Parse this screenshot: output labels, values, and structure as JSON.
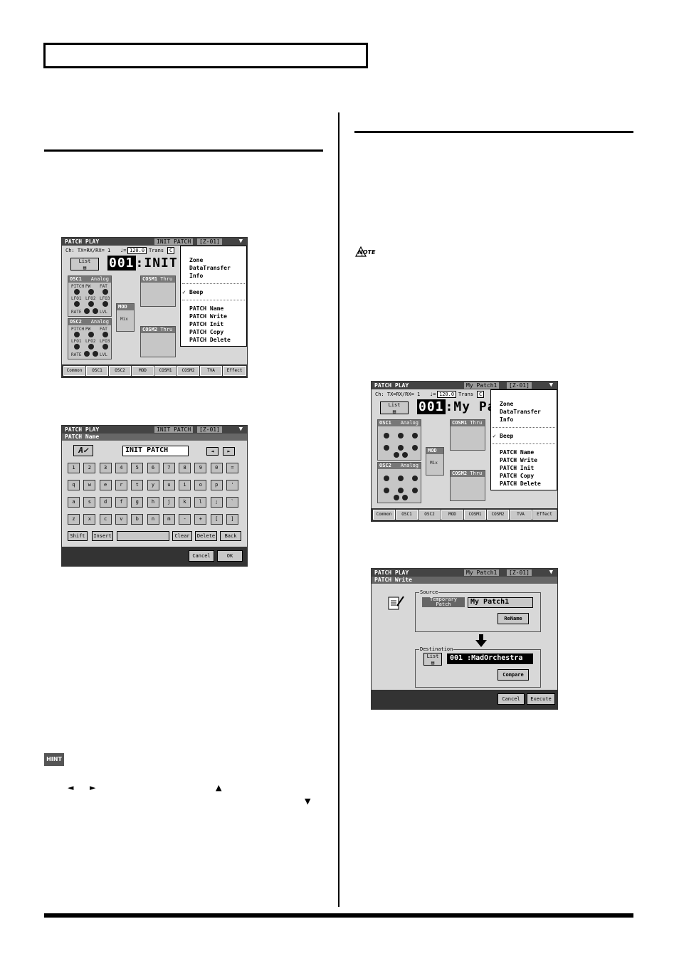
{
  "figure1": {
    "title": "PATCH PLAY",
    "patch_label": "INIT PATCH",
    "zone": "[Z-01]",
    "info_line": "Ch: TX=RX/RX= 1",
    "tempo": "120.0",
    "trans_label": "Trans",
    "trans_value": "C",
    "list_label": "List",
    "patch_number": "001",
    "patch_name": "INIT",
    "osc1_label": "OSC1",
    "osc2_label": "OSC2",
    "osc_type": "Analog",
    "knob_labels_row1": [
      "PITCH",
      "PW",
      "FAT"
    ],
    "knob_labels_row2": [
      "LFO1",
      "LFO2",
      "LFO3"
    ],
    "rate_label": "RATE",
    "lvl_label": "LVL",
    "mod_label": "MOD",
    "mix_label": "Mix",
    "cosm1_label": "COSM1",
    "cosm2_label": "COSM2",
    "thru_label": "Thru",
    "menu_items_a": [
      "Zone",
      "DataTransfer",
      "Info"
    ],
    "menu_beep": "Beep",
    "menu_items_b": [
      "PATCH Name",
      "PATCH Write",
      "PATCH Init",
      "PATCH Copy",
      "PATCH Delete"
    ],
    "tabs": [
      "Common",
      "OSC1",
      "OSC2",
      "MOD",
      "COSM1",
      "COSM2",
      "TVA",
      "Effect"
    ]
  },
  "figure2": {
    "title": "PATCH PLAY",
    "patch_label": "INIT PATCH",
    "zone": "[Z-01]",
    "subtitle": "PATCH Name",
    "name_value": "INIT PATCH",
    "keys_row1": [
      "1",
      "2",
      "3",
      "4",
      "5",
      "6",
      "7",
      "8",
      "9",
      "0",
      "="
    ],
    "keys_row2": [
      "q",
      "w",
      "e",
      "r",
      "t",
      "y",
      "u",
      "i",
      "o",
      "p",
      "'"
    ],
    "keys_row3": [
      "a",
      "s",
      "d",
      "f",
      "g",
      "h",
      "j",
      "k",
      "l",
      ";",
      "`"
    ],
    "keys_row4": [
      "z",
      "x",
      "c",
      "v",
      "b",
      "n",
      "m",
      "-",
      "+",
      "[",
      "]"
    ],
    "shift": "Shift",
    "insert": "Insert",
    "clear": "Clear",
    "delete": "Delete",
    "back": "Back",
    "cancel": "Cancel",
    "ok": "OK"
  },
  "figure3": {
    "title": "PATCH PLAY",
    "patch_label": "My Patch1",
    "zone": "[Z-01]",
    "info_line": "Ch: TX=RX/RX= 1",
    "tempo": "120.0",
    "trans_label": "Trans",
    "trans_value": "C",
    "list_label": "List",
    "patch_number": "001",
    "patch_name": "My Pa",
    "osc1_label": "OSC1",
    "osc2_label": "OSC2",
    "osc_type": "Analog",
    "mod_label": "MOD",
    "mix_label": "Mix",
    "cosm1_label": "COSM1",
    "cosm2_label": "COSM2",
    "thru_label": "Thru",
    "menu_items_a": [
      "Zone",
      "DataTransfer",
      "Info"
    ],
    "menu_beep": "Beep",
    "menu_items_b": [
      "PATCH Name",
      "PATCH Write",
      "PATCH Init",
      "PATCH Copy",
      "PATCH Delete"
    ],
    "tabs": [
      "Common",
      "OSC1",
      "OSC2",
      "MOD",
      "COSM1",
      "COSM2",
      "TVA",
      "Effect"
    ]
  },
  "figure4": {
    "title": "PATCH PLAY",
    "patch_label": "My Patch1",
    "zone": "[Z-01]",
    "subtitle": "PATCH Write",
    "source_label": "Source",
    "temporary_patch": "Temporary Patch",
    "source_name": "My Patch1",
    "rename": "ReName",
    "destination_label": "Destination",
    "list_label": "List",
    "destination_name": "001 :MadOrchestra",
    "compare": "Compare",
    "cancel": "Cancel",
    "execute": "Execute"
  },
  "note_icon": "NOTE",
  "hint_icon": "HINT",
  "hint_arrows": {
    "left": "◄",
    "right": "►",
    "up": "▲",
    "down": "▼"
  }
}
